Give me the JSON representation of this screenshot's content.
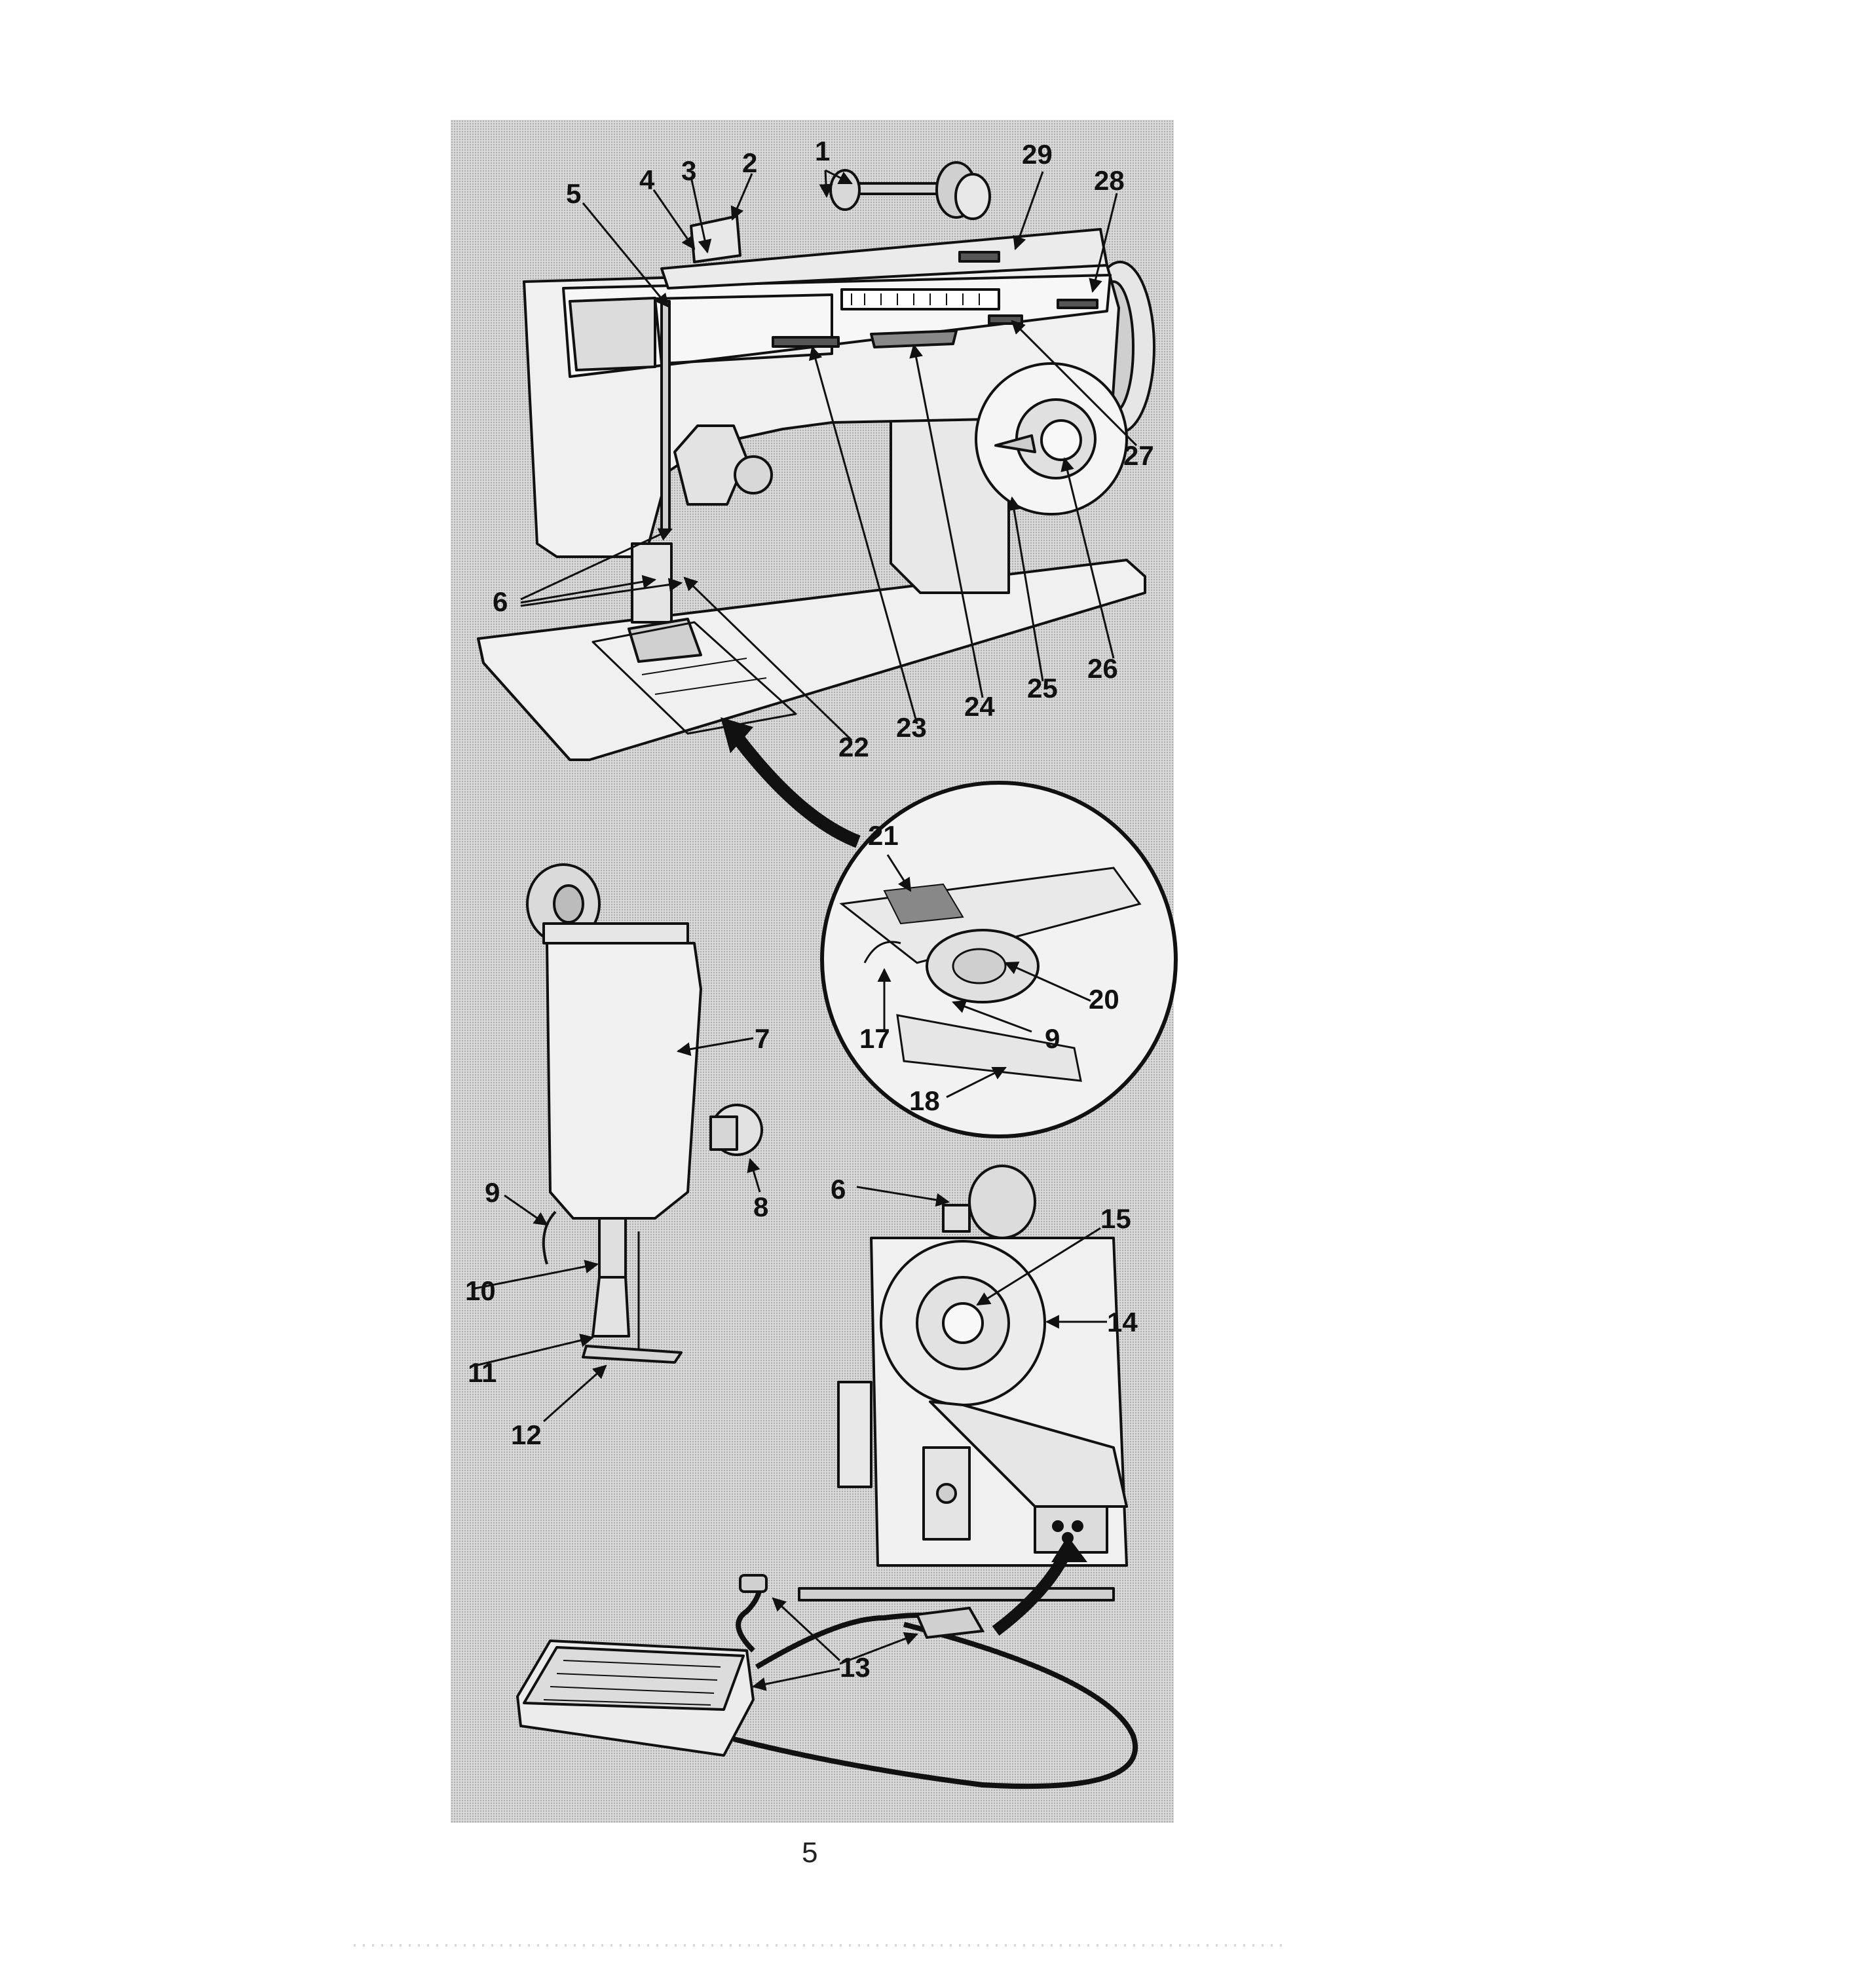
{
  "figure": {
    "callouts": [
      {
        "id": "c1",
        "text": "1"
      },
      {
        "id": "c2",
        "text": "2"
      },
      {
        "id": "c3",
        "text": "3"
      },
      {
        "id": "c4",
        "text": "4"
      },
      {
        "id": "c5",
        "text": "5"
      },
      {
        "id": "c6a",
        "text": "6"
      },
      {
        "id": "c6b",
        "text": "6"
      },
      {
        "id": "c7",
        "text": "7"
      },
      {
        "id": "c8",
        "text": "8"
      },
      {
        "id": "c9a",
        "text": "9"
      },
      {
        "id": "c9b",
        "text": "9"
      },
      {
        "id": "c10",
        "text": "10"
      },
      {
        "id": "c11",
        "text": "11"
      },
      {
        "id": "c12",
        "text": "12"
      },
      {
        "id": "c13",
        "text": "13"
      },
      {
        "id": "c14",
        "text": "14"
      },
      {
        "id": "c15",
        "text": "15"
      },
      {
        "id": "c17",
        "text": "17"
      },
      {
        "id": "c18",
        "text": "18"
      },
      {
        "id": "c20",
        "text": "20"
      },
      {
        "id": "c21",
        "text": "21"
      },
      {
        "id": "c22",
        "text": "22"
      },
      {
        "id": "c23",
        "text": "23"
      },
      {
        "id": "c24",
        "text": "24"
      },
      {
        "id": "c25",
        "text": "25"
      },
      {
        "id": "c26",
        "text": "26"
      },
      {
        "id": "c27",
        "text": "27"
      },
      {
        "id": "c28",
        "text": "28"
      },
      {
        "id": "c29",
        "text": "29"
      }
    ]
  },
  "page_number": "5",
  "colors": {
    "panel_bg": "#d9d9d9",
    "ink": "#111111",
    "machine_fill": "#f0f0f0"
  }
}
